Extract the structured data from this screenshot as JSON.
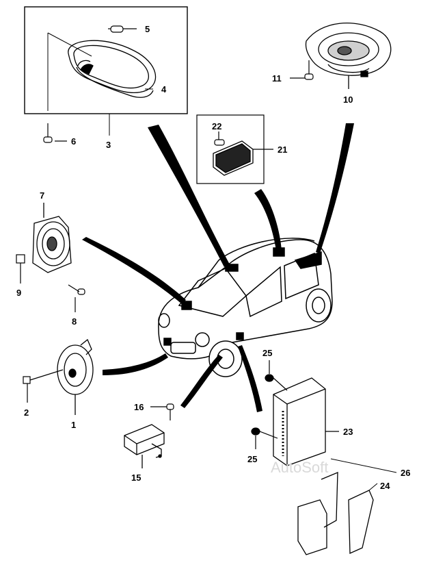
{
  "callouts": {
    "c1": "1",
    "c2": "2",
    "c3": "3",
    "c4": "4",
    "c5": "5",
    "c6": "6",
    "c7": "7",
    "c8": "8",
    "c9": "9",
    "c10": "10",
    "c11": "11",
    "c15": "15",
    "c16": "16",
    "c21": "21",
    "c22": "22",
    "c23": "23",
    "c24": "24",
    "c25a": "25",
    "c25b": "25",
    "c26": "26"
  },
  "watermark": "AutoSoft"
}
